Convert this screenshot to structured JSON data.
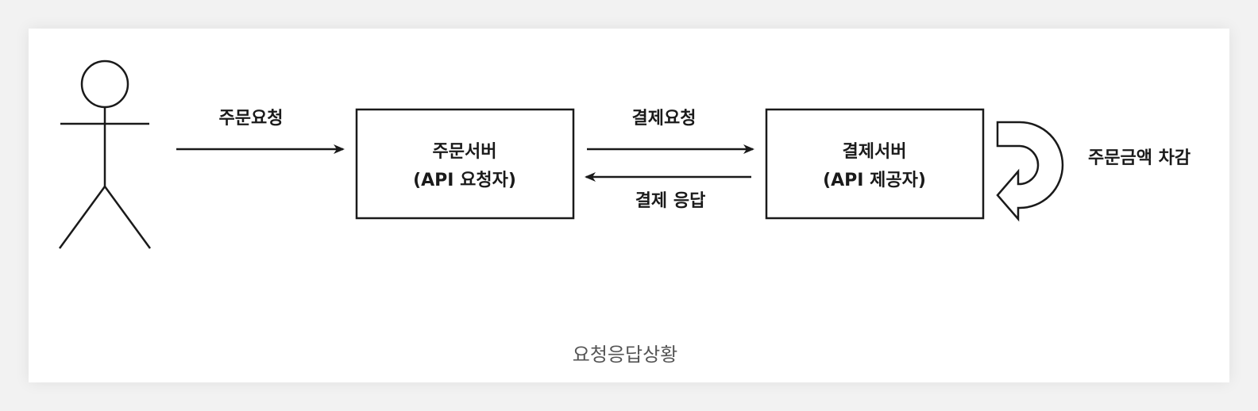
{
  "diagram": {
    "edge_labels": {
      "order_request": "주문요청",
      "payment_request": "결제요청",
      "payment_response": "결제 응답",
      "deduct_amount": "주문금액 차감"
    },
    "nodes": {
      "order_server": {
        "line1": "주문서버",
        "line2": "(API 요청자)"
      },
      "payment_server": {
        "line1": "결제서버",
        "line2": "(API 제공자)"
      }
    },
    "caption": "요청응답상황"
  },
  "colors": {
    "stroke": "#1a1a1a",
    "caption": "#555555",
    "background": "#ffffff"
  }
}
